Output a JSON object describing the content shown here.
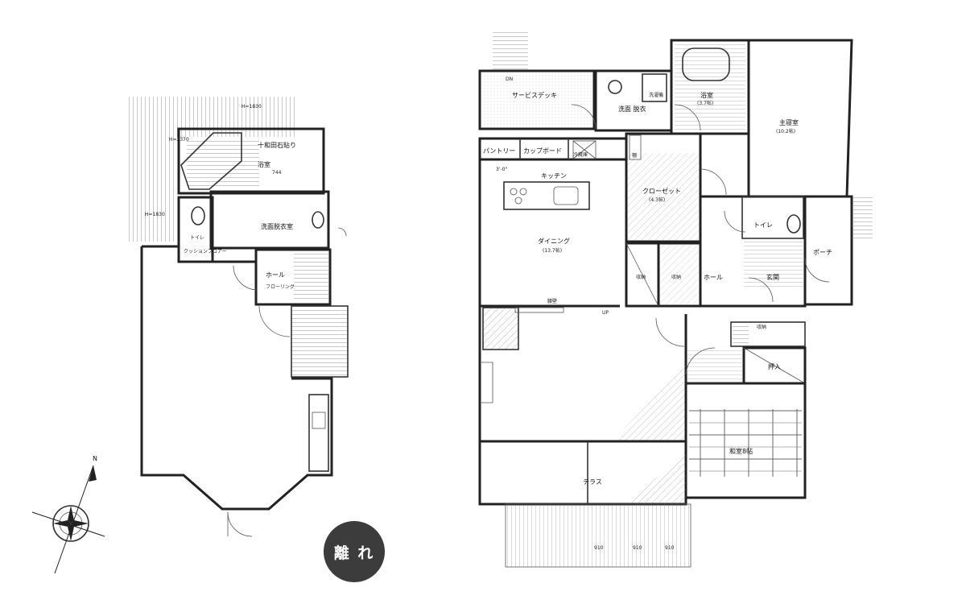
{
  "badge": {
    "label": "離 れ"
  },
  "compass": {
    "north": "N"
  },
  "annex_rooms": [
    {
      "id": "floor",
      "label": "十和田石貼り"
    },
    {
      "id": "bath",
      "label": "浴室"
    },
    {
      "id": "bath_dim",
      "label": "744"
    },
    {
      "id": "wash",
      "label": "洗面脱衣室"
    },
    {
      "id": "toilet",
      "label": "トイレ"
    },
    {
      "id": "cushion",
      "label": "クッションフロアー"
    },
    {
      "id": "hall",
      "label": "ホール"
    },
    {
      "id": "flooring",
      "label": "フローリング"
    },
    {
      "id": "dim1",
      "label": "H=1830"
    },
    {
      "id": "dim2",
      "label": "H=2370"
    },
    {
      "id": "dim3",
      "label": "H=1830"
    }
  ],
  "main_rooms": [
    {
      "id": "service_deck",
      "label": "サービスデッキ"
    },
    {
      "id": "washroom",
      "label": "洗面 脱衣"
    },
    {
      "id": "laundry",
      "label": "洗濯機"
    },
    {
      "id": "bathroom",
      "label": "浴室"
    },
    {
      "id": "bathroom_size",
      "label": "(3.7帖)"
    },
    {
      "id": "master",
      "label": "主寝室"
    },
    {
      "id": "master_size",
      "label": "(10.2帖)"
    },
    {
      "id": "pantry",
      "label": "パントリー"
    },
    {
      "id": "cupboard",
      "label": "カップボード"
    },
    {
      "id": "fridge",
      "label": "冷蔵庫"
    },
    {
      "id": "kitchen",
      "label": "キッチン"
    },
    {
      "id": "closet",
      "label": "クローゼット"
    },
    {
      "id": "closet_size",
      "label": "(4.3帖)"
    },
    {
      "id": "shelf",
      "label": "棚"
    },
    {
      "id": "toilet",
      "label": "トイレ"
    },
    {
      "id": "porch",
      "label": "ポーチ"
    },
    {
      "id": "dining",
      "label": "ダイニング"
    },
    {
      "id": "dining_size",
      "label": "(13.7帖)"
    },
    {
      "id": "storage1",
      "label": "収納"
    },
    {
      "id": "storage2",
      "label": "収納"
    },
    {
      "id": "hall",
      "label": "ホール"
    },
    {
      "id": "entrance",
      "label": "玄関"
    },
    {
      "id": "storage3",
      "label": "収納"
    },
    {
      "id": "closet_jp",
      "label": "押入"
    },
    {
      "id": "washitsu",
      "label": "和室8帖"
    },
    {
      "id": "terrace",
      "label": "テラス"
    },
    {
      "id": "wall",
      "label": "腰壁"
    },
    {
      "id": "up",
      "label": "UP"
    },
    {
      "id": "dn",
      "label": "DN"
    },
    {
      "id": "angle",
      "label": "3'-0\""
    },
    {
      "id": "dim_a",
      "label": "910"
    },
    {
      "id": "dim_b",
      "label": "910"
    },
    {
      "id": "dim_c",
      "label": "910"
    }
  ]
}
